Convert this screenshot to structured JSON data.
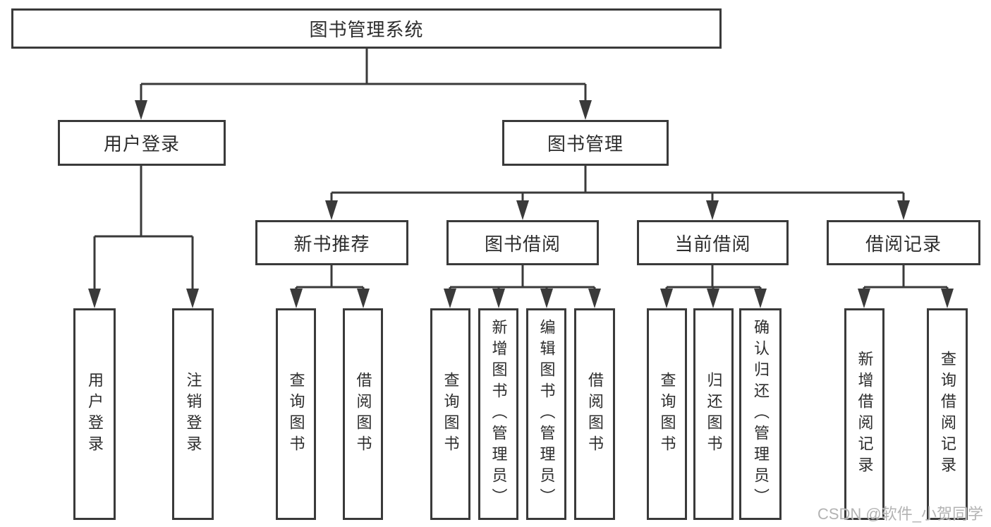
{
  "diagram": {
    "root": {
      "label": "图书管理系统"
    },
    "children": [
      {
        "label": "用户登录",
        "children": [
          {
            "label": "用户登录"
          },
          {
            "label": "注销登录"
          }
        ]
      },
      {
        "label": "图书管理",
        "children": [
          {
            "label": "新书推荐",
            "children": [
              {
                "label": "查询图书"
              },
              {
                "label": "借阅图书"
              }
            ]
          },
          {
            "label": "图书借阅",
            "children": [
              {
                "label": "查询图书"
              },
              {
                "label": "新增图书（管理员）"
              },
              {
                "label": "编辑图书（管理员）"
              },
              {
                "label": "借阅图书"
              }
            ]
          },
          {
            "label": "当前借阅",
            "children": [
              {
                "label": "查询图书"
              },
              {
                "label": "归还图书"
              },
              {
                "label": "确认归还（管理员）"
              }
            ]
          },
          {
            "label": "借阅记录",
            "children": [
              {
                "label": "新增借阅记录"
              },
              {
                "label": "查询借阅记录"
              }
            ]
          }
        ]
      }
    ]
  },
  "watermark": {
    "text": "CSDN @软件_小贺同学"
  },
  "colors": {
    "line": "#3a3a3a",
    "node_border": "#3a3a3a",
    "text": "#2d2d2d",
    "watermark": "#afafaf",
    "background": "#ffffff"
  }
}
